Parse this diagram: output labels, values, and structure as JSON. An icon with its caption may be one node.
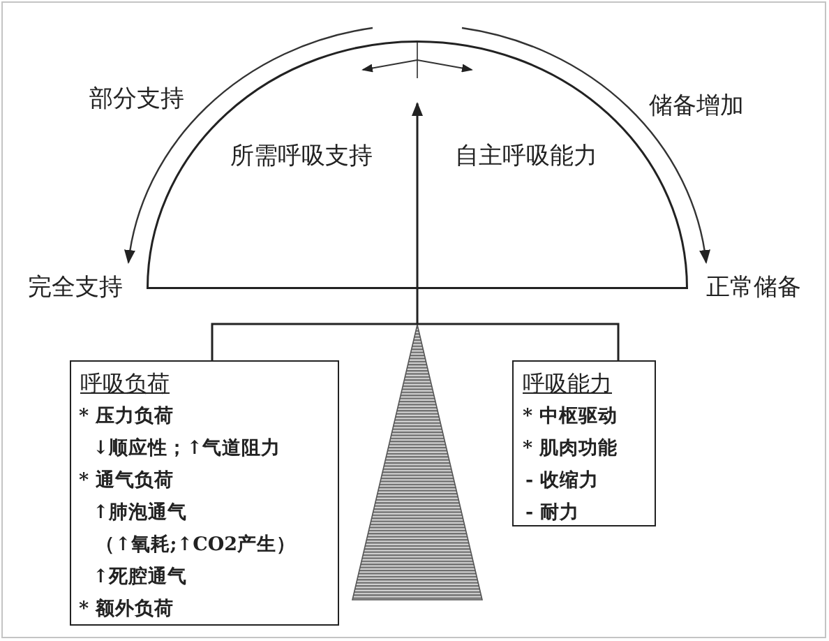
{
  "diagram": {
    "nodes": [
      {
        "text": [
          "所需呼吸支持",
          "自主呼吸能力"
        ]
      },
      {
        "text": [
          "呼吸负荷",
          "* 压力负荷",
          "↓顺应性；↑气道阻力",
          "* 通气负荷",
          "↑肺泡通气",
          "（↑氧耗;↑CO2产生）",
          "↑死腔通气",
          "* 额外负荷"
        ]
      },
      {
        "text": [],
        "shape": "triangle"
      },
      {
        "text": [
          "呼吸能力",
          "* 中枢驱动",
          "* 肌肉功能",
          "- 收缩力",
          "- 耐力"
        ]
      }
    ],
    "edges": [
      {
        "from": 1,
        "to": 3,
        "arrow": "none"
      },
      {
        "from": 2,
        "to": 0,
        "arrow": "to"
      }
    ],
    "labels": [
      "部分支持",
      "储备增加",
      "完全支持",
      "正常储备"
    ]
  }
}
